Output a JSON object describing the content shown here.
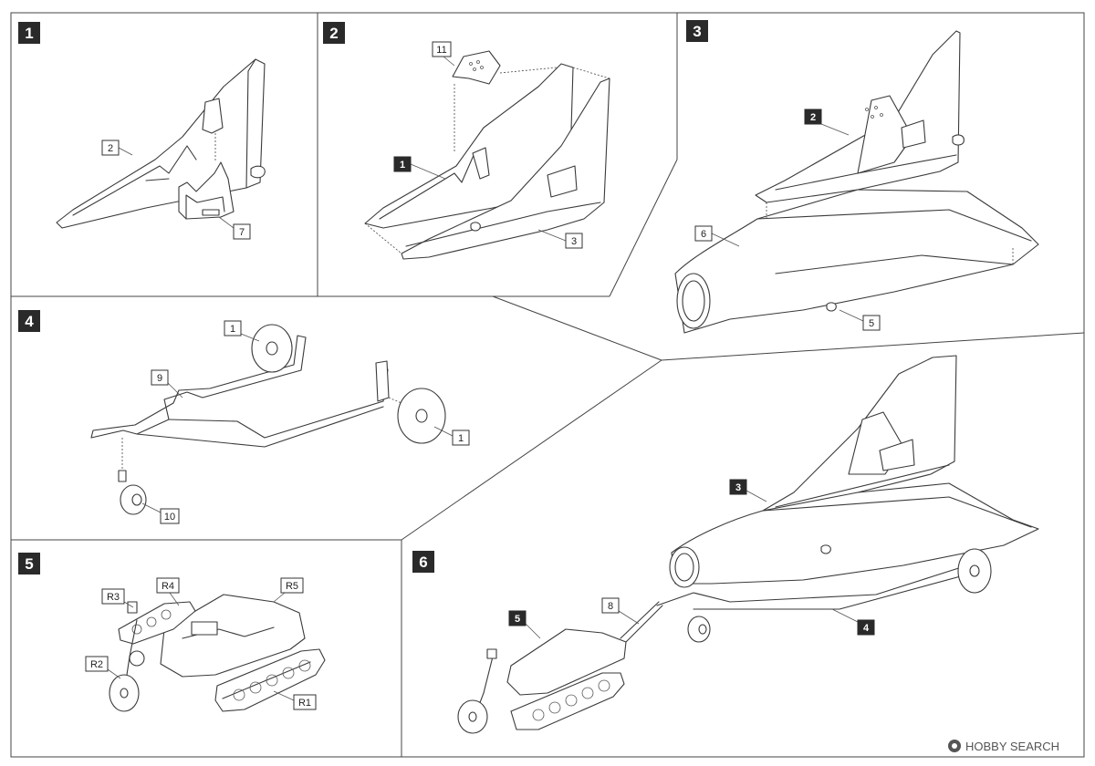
{
  "steps": [
    {
      "number": "1",
      "parts": [
        "2",
        "7"
      ]
    },
    {
      "number": "2",
      "parts": [
        "11",
        "1",
        "3"
      ]
    },
    {
      "number": "3",
      "parts": [
        "2",
        "6",
        "5"
      ]
    },
    {
      "number": "4",
      "parts": [
        "1",
        "9",
        "1",
        "10"
      ]
    },
    {
      "number": "5",
      "parts": [
        "R3",
        "R4",
        "R5",
        "R2",
        "R1"
      ]
    },
    {
      "number": "6",
      "parts": [
        "3",
        "8",
        "5",
        "4"
      ]
    }
  ],
  "labels": {
    "s1_p2": "2",
    "s1_p7": "7",
    "s2_p11": "11",
    "s2_p1": "1",
    "s2_p3": "3",
    "s3_p2": "2",
    "s3_p6": "6",
    "s3_p5": "5",
    "s4_p1a": "1",
    "s4_p9": "9",
    "s4_p1b": "1",
    "s4_p10": "10",
    "s5_r3": "R3",
    "s5_r4": "R4",
    "s5_r5": "R5",
    "s5_r2": "R2",
    "s5_r1": "R1",
    "s6_p3": "3",
    "s6_p8": "8",
    "s6_p5": "5",
    "s6_p4": "4"
  },
  "watermark": {
    "text": "HOBBY SEARCH",
    "icon": "hobbysearch-logo-icon"
  },
  "colors": {
    "badge": "#2a2a2a",
    "line": "#3a3a3a",
    "background": "#ffffff"
  }
}
